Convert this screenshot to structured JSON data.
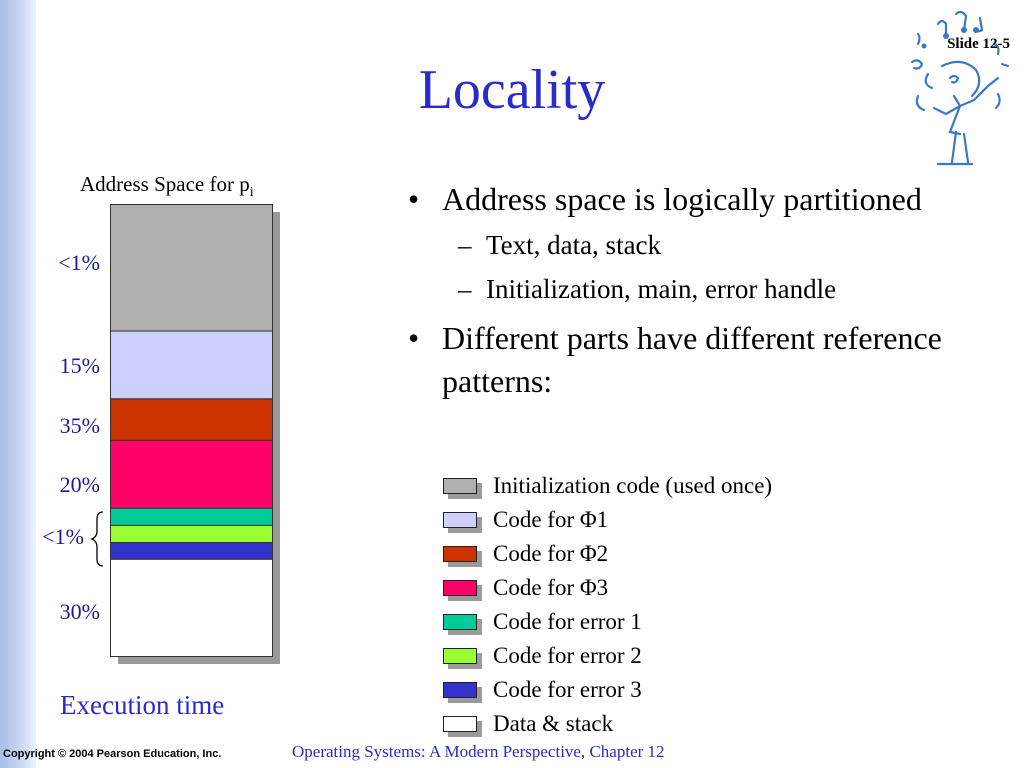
{
  "slide_number": "Slide 12-5",
  "title": "Locality",
  "address_space_label": "Address Space for p",
  "address_space_subscript": "i",
  "segments": [
    {
      "label": "Initialization code (used once)",
      "color": "#b0b0b0",
      "percent": 28
    },
    {
      "label": "Code for Φ1",
      "color": "#cccfff",
      "percent": 15
    },
    {
      "label": "Code for Φ2",
      "color": "#cc3300",
      "percent": 9.2
    },
    {
      "label": "Code for Φ3",
      "color": "#ff0066",
      "percent": 15
    },
    {
      "label": "Code for error 1",
      "color": "#00cc99",
      "percent": 3.8
    },
    {
      "label": "Code for error 2",
      "color": "#99ff33",
      "percent": 3.8
    },
    {
      "label": "Code for error 3",
      "color": "#3333cc",
      "percent": 3.7
    },
    {
      "label": "Data & stack",
      "color": "#ffffff",
      "percent": 21.5
    }
  ],
  "percent_labels": [
    "<1%",
    "15%",
    "35%",
    "20%",
    "<1%",
    "30%"
  ],
  "execution_time_label": "Execution time",
  "bullets": [
    {
      "text": "Address space is logically partitioned",
      "sub": [
        "Text, data, stack",
        "Initialization, main, error handle"
      ]
    },
    {
      "text": "Different parts have different reference patterns:",
      "sub": []
    }
  ],
  "bullet_glyph": "•",
  "sub_glyph": "–",
  "copyright": "Copyright © 2004 Pearson Education, Inc.",
  "footer": "Operating Systems: A Modern Perspective, Chapter 12",
  "colors": {
    "accent_blue": "#2b2bcc",
    "sidebar": "#b4c6ec"
  },
  "icons": [
    "composer-logo-icon"
  ]
}
